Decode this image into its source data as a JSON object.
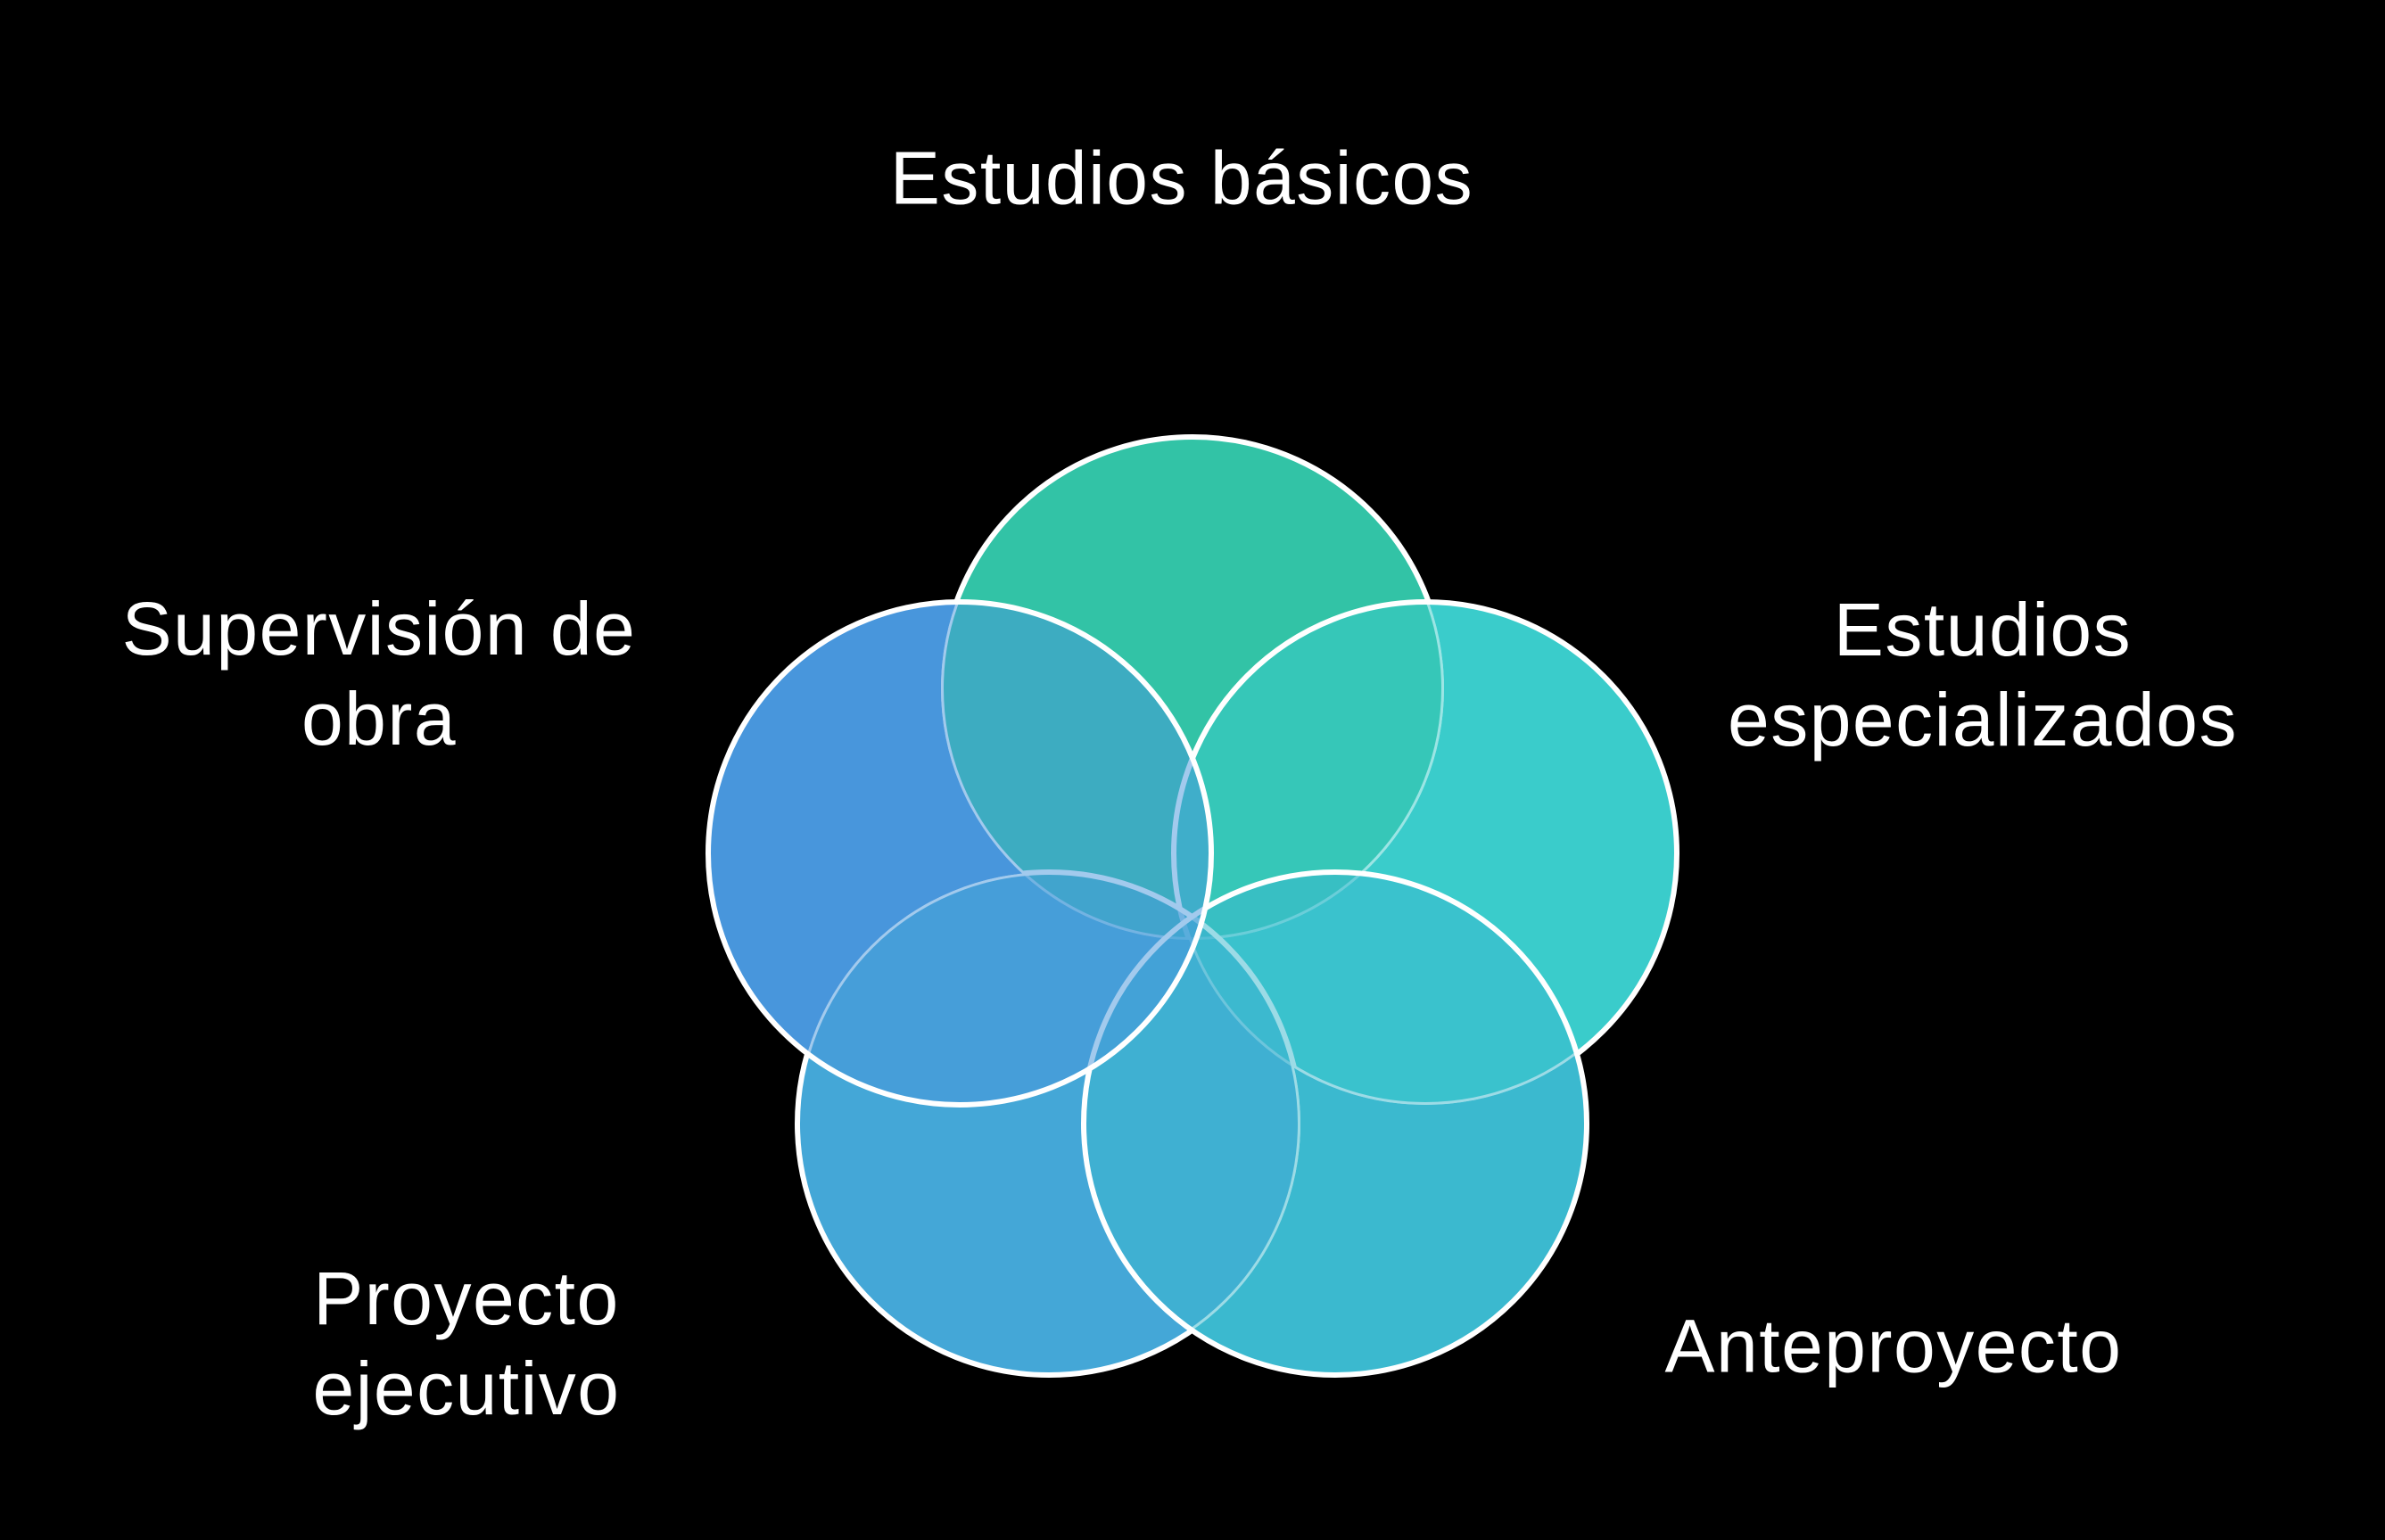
{
  "slide": {
    "background_color": "#000000",
    "text_color": "#FFFFFF"
  },
  "venn": {
    "type": "venn-5-circle",
    "stroke_color": "#FFFFFF",
    "items": [
      {
        "label": "Estudios básicos",
        "position": "top",
        "color": "#32C3A6"
      },
      {
        "label": "Estudios especializados",
        "position": "upper-right",
        "color": "#3ACCCB"
      },
      {
        "label": "Anteproyecto",
        "position": "lower-right",
        "color": "#3BB9CF"
      },
      {
        "label": "Proyecto ejecutivo",
        "position": "lower-left",
        "color": "#44A7D7"
      },
      {
        "label": "Supervisión de obra",
        "position": "upper-left",
        "color": "#4896DC"
      }
    ]
  }
}
